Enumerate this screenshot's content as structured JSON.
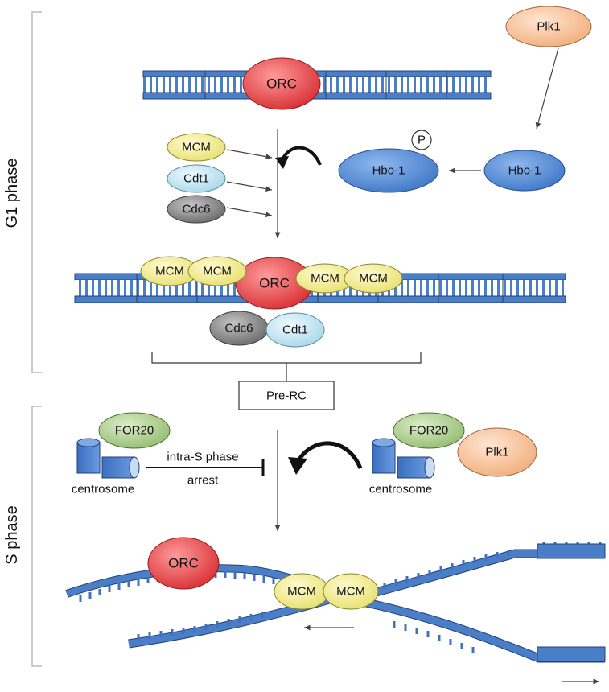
{
  "phases": {
    "g1": "G1 phase",
    "s": "S phase"
  },
  "proteins": {
    "plk1": "Plk1",
    "orc": "ORC",
    "mcm": "MCM",
    "cdt1": "Cdt1",
    "cdc6": "Cdc6",
    "hbo1": "Hbo-1",
    "phospho": "P",
    "for20": "FOR20"
  },
  "labels": {
    "pre_rc": "Pre-RC",
    "centrosome": "centrosome",
    "intra_s_line1": "intra-S phase",
    "intra_s_line2": "arrest"
  },
  "colors": {
    "dna": "#4a7fc8",
    "orc": "#e8484a",
    "mcm": "#f2ee8a",
    "cdt1": "#bfe3f0",
    "cdc6": "#7d7d7d",
    "hbo1": "#4a86d6",
    "plk1": "#f7c29c",
    "for20": "#a9c98a"
  }
}
